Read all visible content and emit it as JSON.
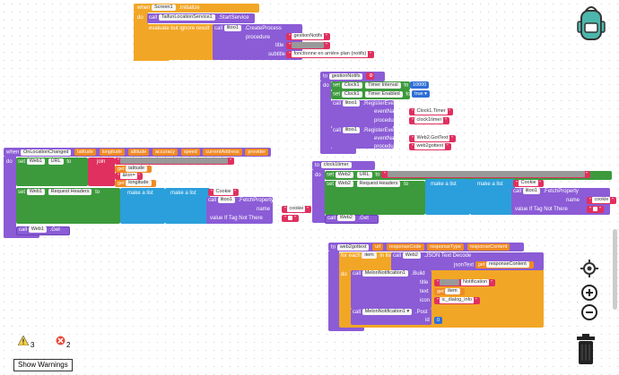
{
  "screen_init": {
    "when": "when",
    "screen": "Screen1",
    "event": ".Initialize",
    "do": "do",
    "call": "call",
    "service_component": "TaifunLocationService1",
    "start_service": ".StartService",
    "evaluate": "evaluate but ignore result",
    "lito_call": "call",
    "lito": "litoo1",
    "create_process": ".CreateProcess",
    "procedure_label": "procedure",
    "procedure_value": "gestionNotifs",
    "title_label": "title",
    "subtitle_label": "subtitle",
    "subtitle_value": "fonctionne en arrière plan (notifs)"
  },
  "gestion": {
    "to": "to",
    "name": "gestionNotifs",
    "do": "do",
    "set": "set",
    "clock": "Clock1",
    "timer_interval": "Timer Interval",
    "to_kw": "to",
    "interval_value": "10000",
    "timer_enabled": "Timer Enabled",
    "enabled_value": "true",
    "call": "call",
    "lito": "litoo1",
    "register": ".RegisterEvent",
    "event_name_label": "eventName",
    "procedure_label": "procedure",
    "event1": "Clock1.Timer",
    "proc1": "clock1timer",
    "event2": "Web2.GotText",
    "proc2": "web2gottext"
  },
  "location": {
    "when": "when",
    "event": "OnLocationChanged",
    "params": [
      "latitude",
      "longitude",
      "altitude",
      "accuracy",
      "speed",
      "currentAddress",
      "provider"
    ],
    "do": "do",
    "set": "set",
    "web1": "Web1",
    "url": "URL",
    "to": "to",
    "join": "join",
    "get": "get",
    "latitude": "latitude",
    "lon": "&lon=",
    "longitude": "longitude",
    "request_headers": "Request Headers",
    "make_list": "make a list",
    "cookie": "Cookie",
    "call": "call",
    "lito": "litoo1",
    "fetch": ".FetchProperty",
    "name_label": "name",
    "cookie_value": "cookie",
    "value_if": "value If Tag Not There",
    "get_call": ".Get"
  },
  "clock_timer": {
    "to": "to",
    "name": "clock1timer",
    "do": "do",
    "set": "set",
    "web2": "Web2",
    "url": "URL",
    "to_kw": "to",
    "request_headers": "Request Headers",
    "make_list": "make a list",
    "cookie": "Cookie",
    "call": "call",
    "lito": "litoo1",
    "fetch": ".FetchProperty",
    "name_label": "name",
    "cookie_value": "cookie",
    "value_if": "value If Tag Not There",
    "get_call": ".Get"
  },
  "web2gottext": {
    "to": "to",
    "name": "web2gottext",
    "params": [
      "url",
      "responseCode",
      "responseType",
      "responseContent"
    ],
    "for_each": "for each",
    "item": "item",
    "in_list": "in list",
    "call": "call",
    "web2": "Web2",
    "json_decode": ".JSON Text Decode",
    "json_text": "jsonText",
    "get": "get",
    "response_content": "responseContent",
    "do": "do",
    "melon1": "MelonNotification1",
    "build": ".Build",
    "title_label": "title",
    "notification": "Notification",
    "text_label": "text",
    "item_get": "item",
    "icon_label": "icon",
    "icon_value": "ic_dialog_info",
    "post": ".Post",
    "id_label": "id",
    "id_value": "0"
  },
  "status": {
    "warnings": "3",
    "errors": "2",
    "show_warnings": "Show Warnings"
  },
  "colors": {
    "procedure": "#8b5cd6",
    "event": "#f2a626",
    "component": "#2f6fd6",
    "list": "#3c9a3c",
    "string": "#e0305f",
    "variable": "#f08a24"
  },
  "icons": [
    "backpack-icon",
    "location-target-icon",
    "zoom-in-icon",
    "zoom-out-icon",
    "trash-icon",
    "warning-icon",
    "error-icon"
  ]
}
